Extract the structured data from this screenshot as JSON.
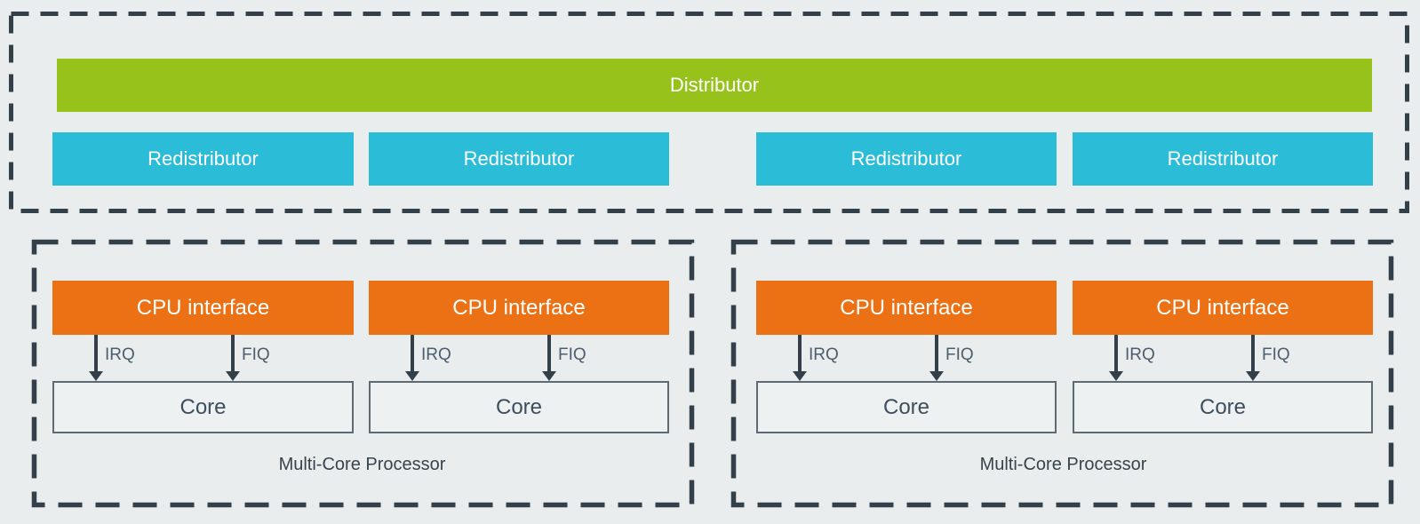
{
  "gic": {
    "distributor_label": "Distributor",
    "redistributors": [
      "Redistributor",
      "Redistributor",
      "Redistributor",
      "Redistributor"
    ]
  },
  "processors": [
    {
      "label": "Multi-Core Processor",
      "cpu_interfaces": [
        "CPU interface",
        "CPU interface"
      ],
      "cores": [
        "Core",
        "Core"
      ],
      "irq_label": "IRQ",
      "fiq_label": "FIQ"
    },
    {
      "label": "Multi-Core Processor",
      "cpu_interfaces": [
        "CPU interface",
        "CPU interface"
      ],
      "cores": [
        "Core",
        "Core"
      ],
      "irq_label": "IRQ",
      "fiq_label": "FIQ"
    }
  ],
  "colors": {
    "background": "#E9EDEE",
    "distributor_green": "#97C21C",
    "redistributor_cyan": "#2BBCD8",
    "cpu_interface_orange": "#EC7014",
    "dashed_border": "#333F49",
    "core_fill": "#EDF1F2",
    "core_border": "#5E6A73",
    "signal_text": "#4C5D6D",
    "box_text_light": "#FFFFFF"
  }
}
